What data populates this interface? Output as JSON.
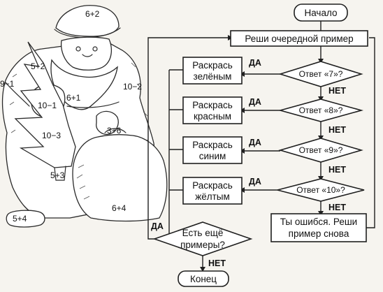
{
  "flowchart": {
    "start": "Начало",
    "solve_next": "Реши очередной пример",
    "checks": [
      {
        "question": "Ответ «7»?",
        "action_line1": "Раскрась",
        "action_line2": "зелёным"
      },
      {
        "question": "Ответ «8»?",
        "action_line1": "Раскрась",
        "action_line2": "красным"
      },
      {
        "question": "Ответ «9»?",
        "action_line1": "Раскрась",
        "action_line2": "синим"
      },
      {
        "question": "Ответ «10»?",
        "action_line1": "Раскрась",
        "action_line2": "жёлтым"
      }
    ],
    "error_line1": "Ты ошибся. Реши",
    "error_line2": "пример снова",
    "more_line1": "Есть ещё",
    "more_line2": "примеры?",
    "end": "Конец",
    "yes": "ДА",
    "no": "НЕТ"
  },
  "picture": {
    "hat": "6+2",
    "face_left": "5+2",
    "arm_left": "9−1",
    "mitten": "10−1",
    "chest": "6+1",
    "coat_right": "10−2",
    "tree": "10−3",
    "bag_knot": "3+6",
    "coat_bottom": "5+3",
    "bag": "6+4",
    "boot": "5+4"
  }
}
